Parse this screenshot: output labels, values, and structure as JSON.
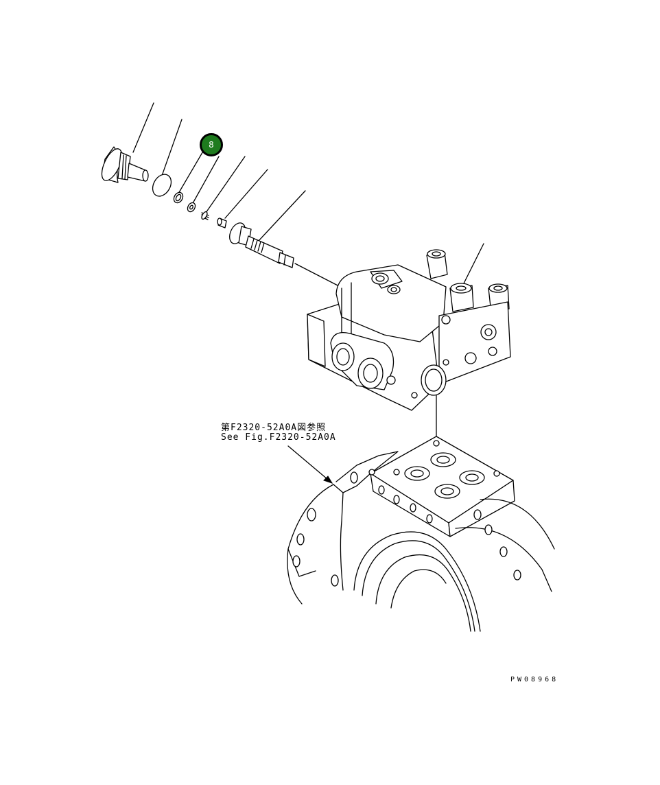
{
  "callouts": [
    {
      "label": "8",
      "color": "#1e7b1e"
    }
  ],
  "reference": {
    "line_jp": "第F2320-52A0A図参照",
    "line_en": "See Fig.F2320-52A0A"
  },
  "drawing_code": "PW08968"
}
